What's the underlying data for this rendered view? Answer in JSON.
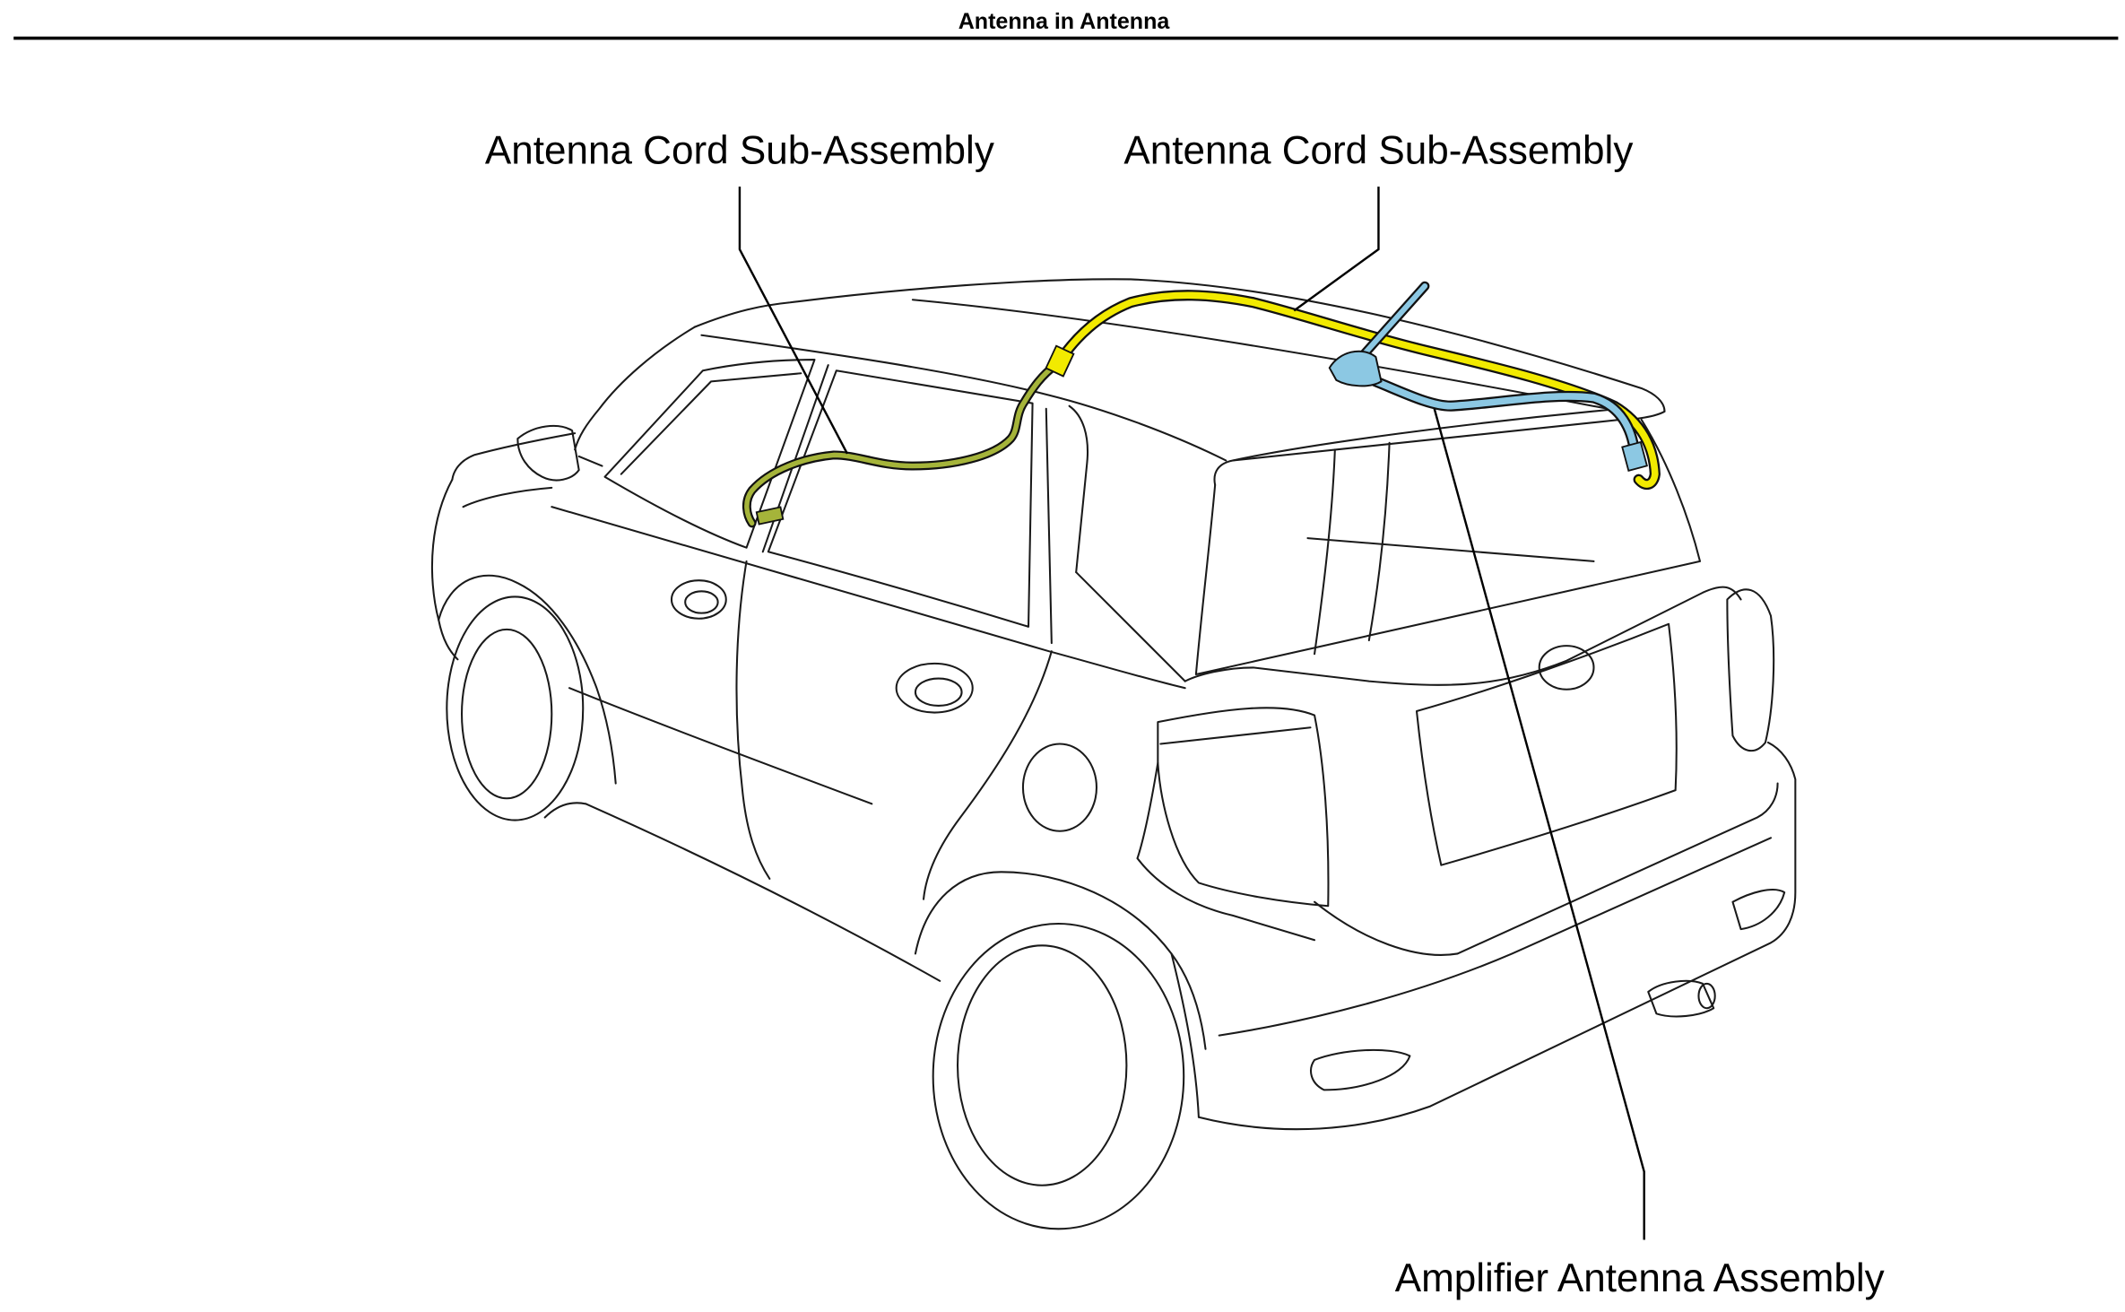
{
  "title": "Antenna in Antenna",
  "callouts": {
    "antenna_cord_left": "Antenna Cord Sub-Assembly",
    "antenna_cord_right": "Antenna Cord Sub-Assembly",
    "amplifier_antenna": "Amplifier Antenna Assembly"
  },
  "colors": {
    "line": "#1a1a1a",
    "cord_yellow": "#f2ea00",
    "cord_green": "#a5b43a",
    "antenna_blue": "#8cc8e3",
    "background": "#ffffff"
  }
}
